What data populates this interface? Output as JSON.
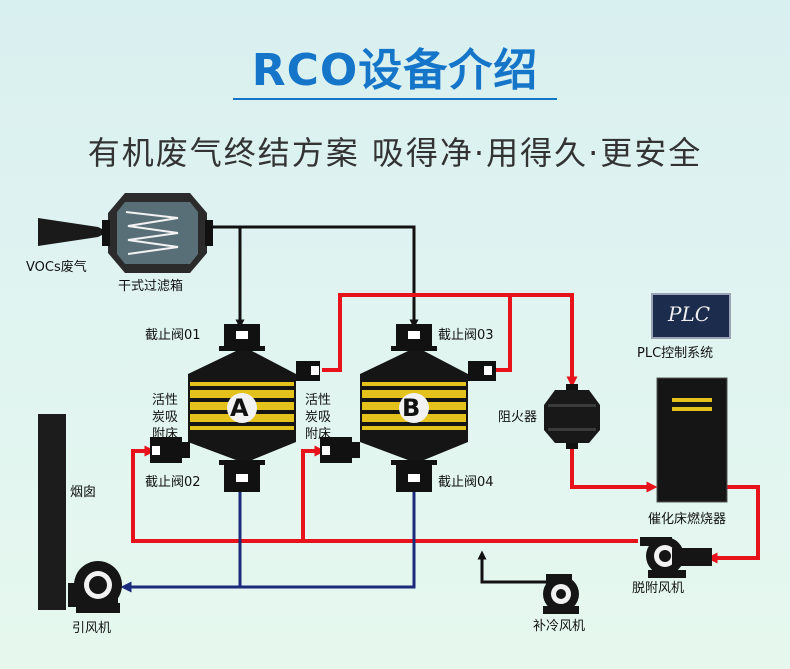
{
  "header": {
    "title": "RCO设备介绍",
    "subtitle": "有机废气终结方案  吸得净·用得久·更安全"
  },
  "labels": {
    "vocs": "VOCs废气",
    "dry_filter": "干式过滤箱",
    "valve01": "截止阀01",
    "valve02": "截止阀02",
    "valve03": "截止阀03",
    "valve04": "截止阀04",
    "bed_a": "活性炭吸附床",
    "bed_b": "活性炭吸附床",
    "bed_a_letter": "A",
    "bed_b_letter": "B",
    "plc_box": "PLC",
    "plc_system": "PLC控制系统",
    "flame_arrester": "阻火器",
    "burner": "催化床燃烧器",
    "desorption_fan": "脱附风机",
    "cooling_fan": "补冷风机",
    "chimney": "烟囱",
    "induced_fan": "引风机"
  },
  "colors": {
    "title_blue": "#1575c9",
    "hot_line": "#e8121b",
    "exhaust_line": "#1b2a7a",
    "dark": "#111111",
    "carbon_yellow": "#e3c21b"
  }
}
